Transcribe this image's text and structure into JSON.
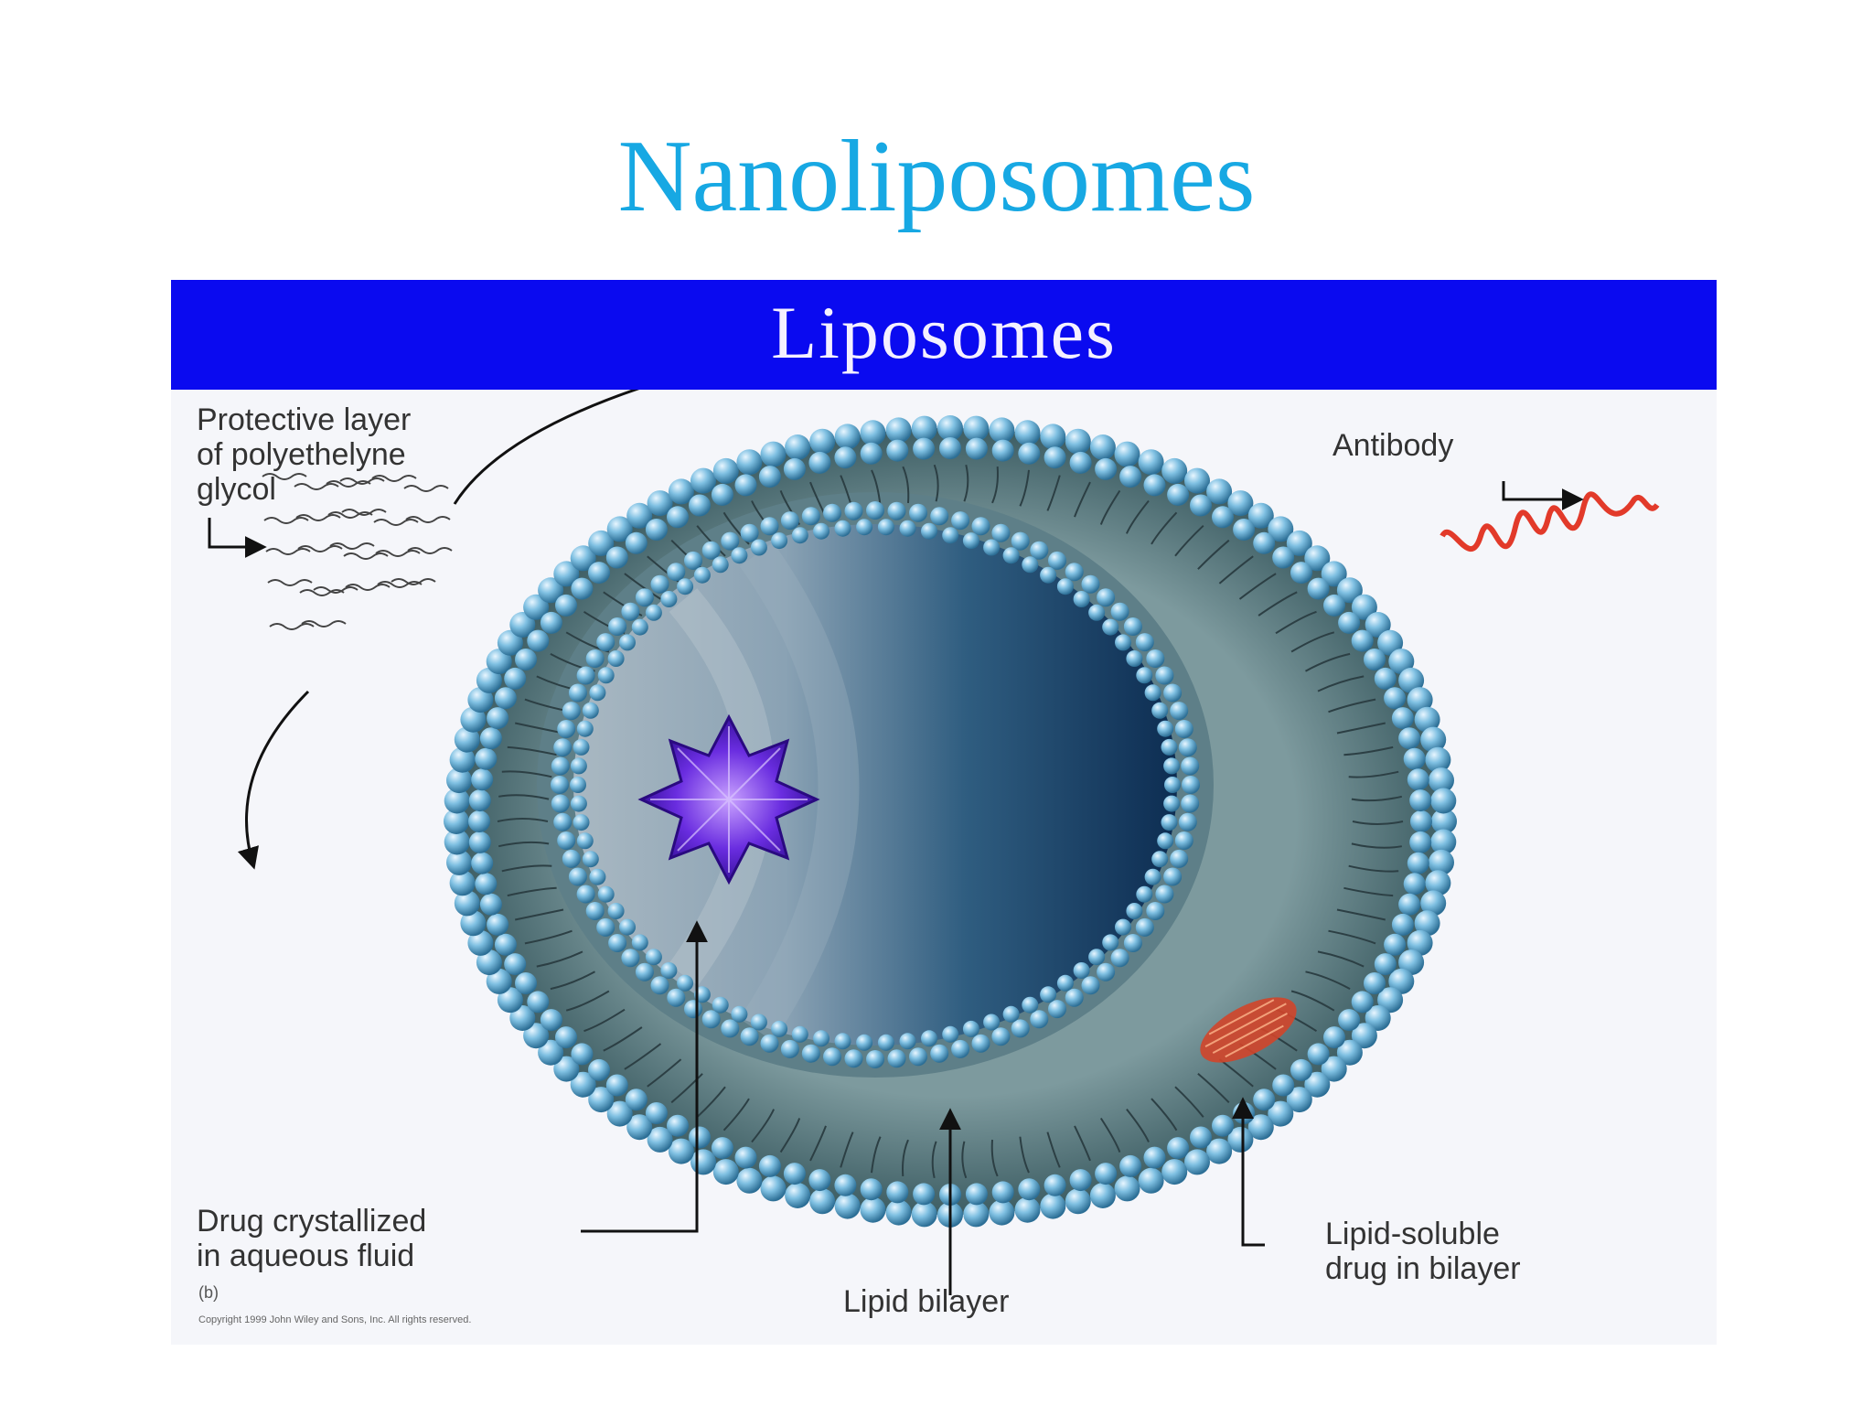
{
  "slide": {
    "title": "Nanoliposomes"
  },
  "figure": {
    "banner_title": "Liposomes",
    "labels": {
      "protective_layer": "Protective layer\nof polyethelyne\nglycol",
      "antibody": "Antibody",
      "drug_crystallized": "Drug crystallized\nin aqueous fluid",
      "panel_tag": "(b)",
      "copyright": "Copyright 1999 John Wiley and Sons, Inc. All rights reserved.",
      "lipid_bilayer": "Lipid bilayer",
      "lipid_soluble_drug": "Lipid-soluble\ndrug in bilayer"
    },
    "colors": {
      "title": "#17a8e3",
      "banner": "#0a0af0",
      "lipid_heads": "#5fa8cf",
      "bilayer_band": "#4c6e72",
      "drug_crystal": "#6a2de0",
      "lipid_soluble_drug": "#d2452a",
      "antibody": "#e23a2a"
    }
  }
}
